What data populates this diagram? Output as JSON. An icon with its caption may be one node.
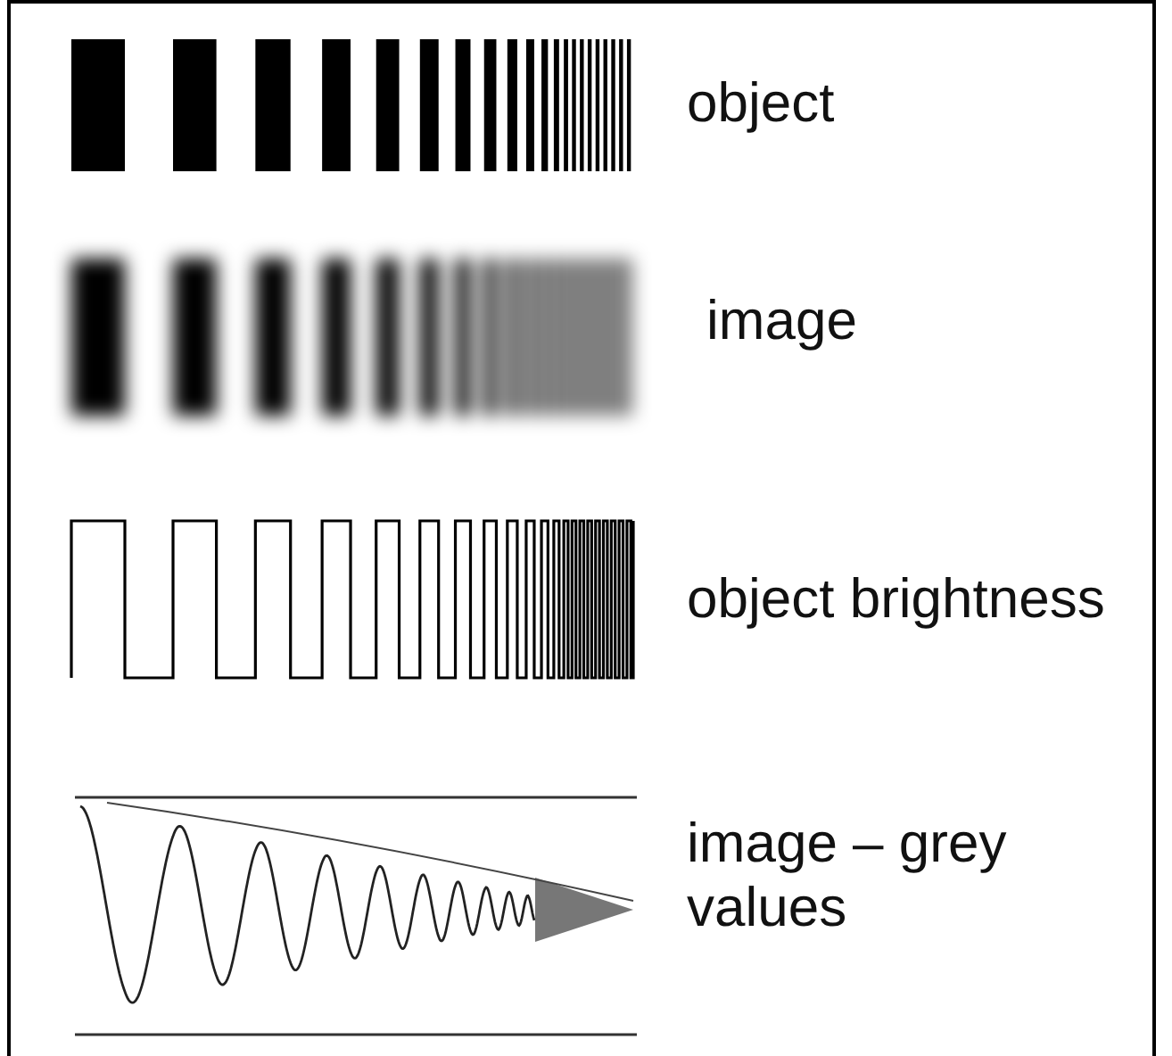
{
  "diagram": {
    "labels": [
      "object",
      "image",
      "object brightness",
      "image – grey values"
    ]
  }
}
